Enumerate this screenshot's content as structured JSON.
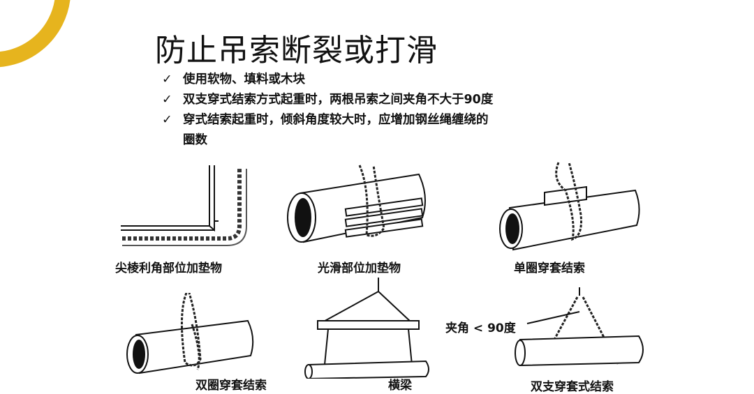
{
  "page": {
    "title": "防止吊索断裂或打滑",
    "accent_color": "#e6b41e",
    "bullets": [
      {
        "mark": "✓",
        "text": "使用软物、填料或木块",
        "cont": ""
      },
      {
        "mark": "✓",
        "text": "双支穿式结索方式起重时，两根吊索之间夹角不大于90度",
        "cont": ""
      },
      {
        "mark": "✓",
        "text": "穿式结索起重时，倾斜角度较大时，应增加钢丝绳缠绕的",
        "cont": "圈数"
      }
    ]
  },
  "figures": {
    "sharp_edge_caption": "尖棱利角部位加垫物",
    "smooth_part_caption": "光滑部位加垫物",
    "single_loop_caption": "单圈穿套结索",
    "double_loop_caption": "双圈穿套结索",
    "beam_caption": "横梁",
    "double_leg_caption": "双支穿套式结索",
    "angle_label": "夹角 < 90度"
  }
}
